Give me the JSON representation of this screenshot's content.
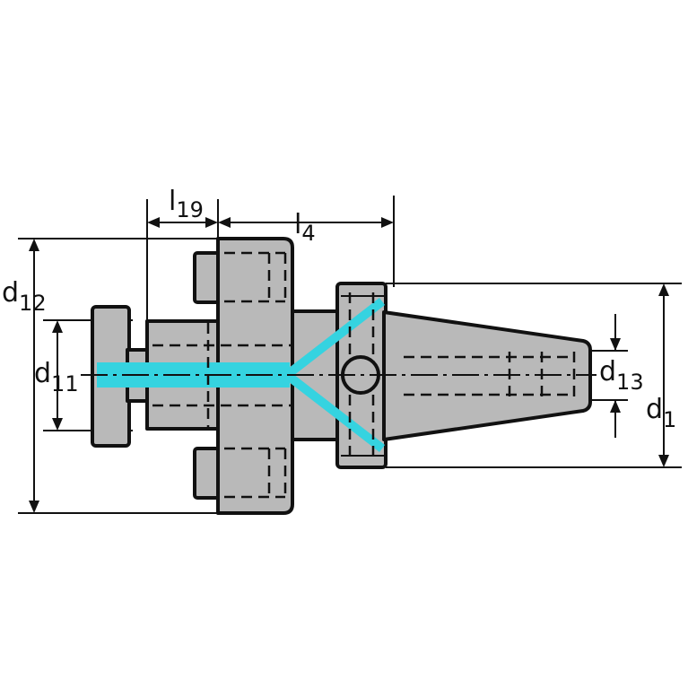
{
  "labels": {
    "l19": {
      "main": "l",
      "sub": "19"
    },
    "l4": {
      "main": "l",
      "sub": "4"
    },
    "d12": {
      "main": "d",
      "sub": "12"
    },
    "d11": {
      "main": "d",
      "sub": "11"
    },
    "d13": {
      "main": "d",
      "sub": "13"
    },
    "d1": {
      "main": "d",
      "sub": "1"
    }
  },
  "colors": {
    "body": "#b9b9b9",
    "outline": "#111111",
    "coolant": "#35d3e0"
  }
}
